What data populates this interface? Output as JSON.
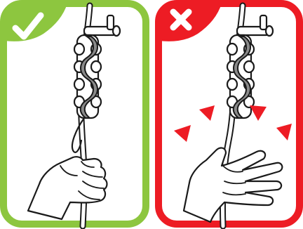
{
  "colors": {
    "correct_frame": "#8dc63f",
    "wrong_frame": "#ed1c24",
    "warning_marks": "#ed1c24",
    "mark_symbol": "#ffffff",
    "line_art": "#1a1a1a",
    "cable_metal": "#8a8a8a"
  },
  "panels": [
    {
      "id": "correct",
      "icon": "check-mark-icon",
      "illustration": "hand-gripping-rope-below-device"
    },
    {
      "id": "incorrect",
      "icon": "x-mark-icon",
      "illustration": "open-hand-released-rope"
    }
  ]
}
